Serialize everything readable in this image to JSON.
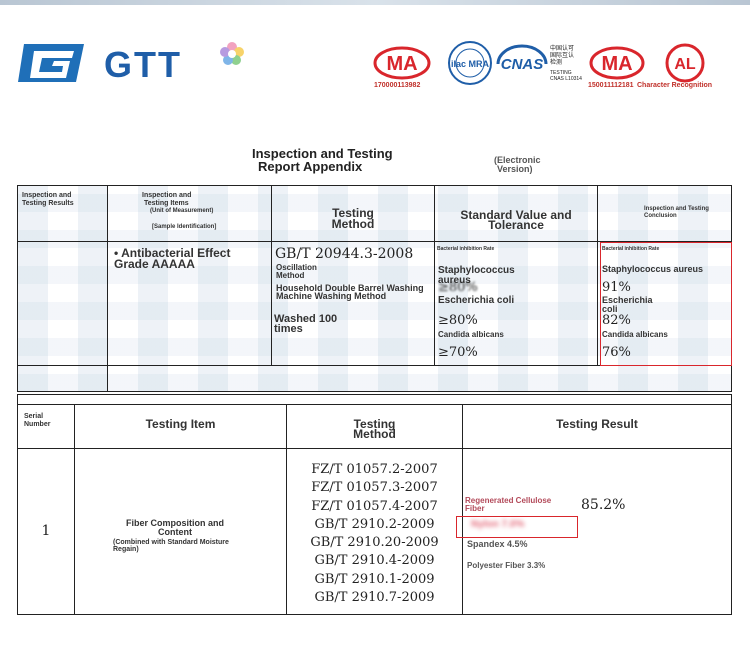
{
  "brand": {
    "name": "GTT"
  },
  "certs": {
    "cma1_label": "MA",
    "cma1_number": "170000113982",
    "ilac_label": "ilac MRA",
    "cnas_label": "CNAS",
    "cnas_cn": "中国认可\n国际互认\n检测",
    "cnas_sub1": "TESTING",
    "cnas_sub2": "CNAS L10314",
    "cma2_label": "MA",
    "cma2_number": "150011112181",
    "cal_label": "AL",
    "cal_caption": "Character Recognition"
  },
  "report": {
    "title_line1": "Inspection and Testing",
    "title_line2": "Report Appendix",
    "electronic_line1": "(Electronic",
    "electronic_line2": "Version)"
  },
  "table1": {
    "col1_header": "Inspection and Testing Results",
    "col2_header_line1": "Inspection and",
    "col2_header_line2": "Testing Items",
    "col2_header_unit": "(Unit of Measurement)",
    "col2_header_sample": "[Sample Identification]",
    "col3_header": "Testing Method",
    "col4_header": "Standard Value and Tolerance",
    "col5_header": "Inspection and Testing Conclusion",
    "item": "• Antibacterial Effect Grade AAAAA",
    "method_std": "GB/T 20944.3-2008",
    "method_osc": "Oscillation Method",
    "method_machine": "Household Double Barrel Washing Machine Washing Method",
    "method_washed": "Washed 100 times",
    "std_rate_label": "Bacterial inhibition Rate",
    "std_staph": "Staphylococcus aureus",
    "std_staph_val": "≥80%",
    "std_ecoli": "Escherichia coli",
    "std_ecoli_val": "≥80%",
    "std_candida": "Candida albicans",
    "std_candida_val": "≥70%",
    "res_rate_label": "Bacterial inhibition Rate",
    "res_staph": "Staphylococcus aureus",
    "res_staph_val": "91%",
    "res_ecoli": "Escherichia coli",
    "res_ecoli_val": "82%",
    "res_candida": "Candida albicans",
    "res_candida_val": "76%"
  },
  "table2": {
    "col1_header": "Serial Number",
    "col2_header": "Testing Item",
    "col3_header": "Testing Method",
    "col4_header": "Testing Result",
    "serial": "1",
    "item_line1": "Fiber Composition and Content",
    "item_line2": "(Combined with Standard Moisture Regain)",
    "methods": [
      "FZ/T 01057.2-2007",
      "FZ/T 01057.3-2007",
      "FZ/T 01057.4-2007",
      "GB/T 2910.2-2009",
      "GB/T 2910.20-2009",
      "GB/T 2910.4-2009",
      "GB/T 2910.1-2009",
      "GB/T 2910.7-2009"
    ],
    "res_regen_label": "Regenerated Cellulose Fiber",
    "res_regen_val": "85.2%",
    "res_hidden": "Nylon 7.0%",
    "res_spandex": "Spandex 4.5%",
    "res_polyester": "Polyester Fiber 3.3%"
  },
  "colors": {
    "brand_blue": "#1f5ea8",
    "cert_red": "#d9262c",
    "cnas_blue": "#1f5ea8"
  }
}
